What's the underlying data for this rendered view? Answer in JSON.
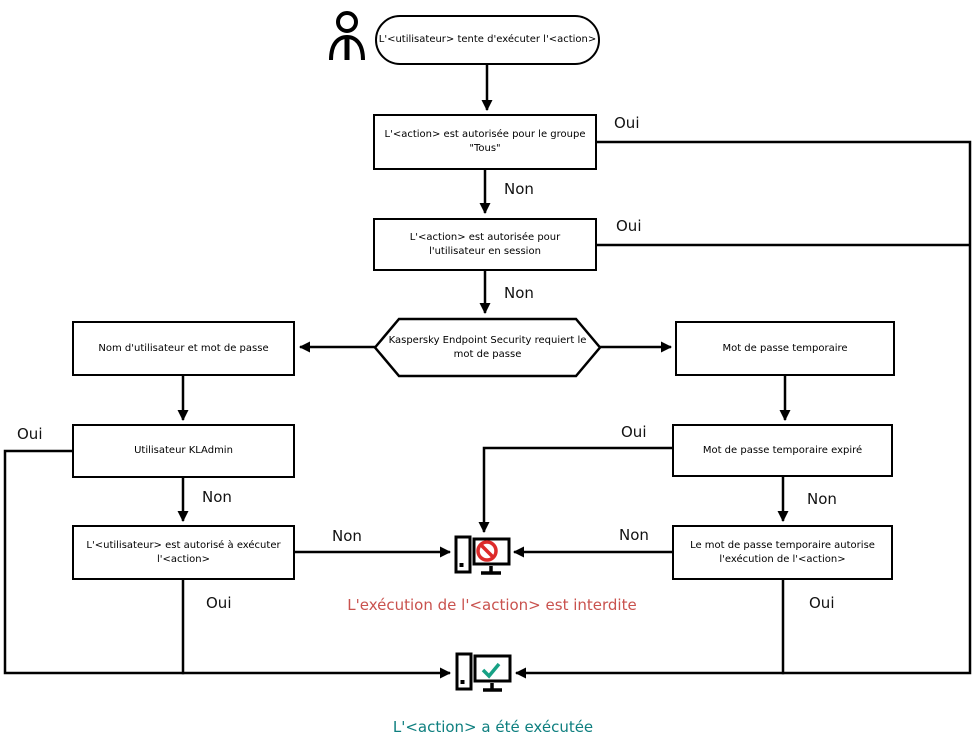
{
  "diagram": {
    "type": "flowchart",
    "language": "fr",
    "nodes": {
      "start": "L'<utilisateur> tente d'exécuter l'<action>",
      "group_check": "L'<action> est autorisée pour le groupe \"Tous\"",
      "session_check": "L'<action> est autorisée pour l'utilisateur en session",
      "password_required": "Kaspersky Endpoint Security requiert le mot de passe",
      "username_password": "Nom d'utilisateur et mot de passe",
      "temporary_password": "Mot de passe temporaire",
      "kladmin_user": "Utilisateur KLAdmin",
      "temporary_password_expired": "Mot de passe temporaire expiré",
      "user_authorized": "L'<utilisateur> est autorisé à exécuter l'<action>",
      "temporary_password_authorizes": "Le mot de passe temporaire autorise l'exécution de l'<action>"
    },
    "edge_labels": {
      "yes": "Oui",
      "no": "Non"
    },
    "outcomes": {
      "denied": "L'exécution de l'<action> est interdite",
      "executed": "L'<action> a été exécutée"
    },
    "icons": [
      "user-icon",
      "denied-computer-icon",
      "success-computer-icon"
    ],
    "colors": {
      "line": "#000000",
      "denied_text": "#c9524e",
      "executed_text": "#0e7f7f",
      "prohibition_sign": "#dd2b2b",
      "check_mark": "#17a185"
    }
  }
}
